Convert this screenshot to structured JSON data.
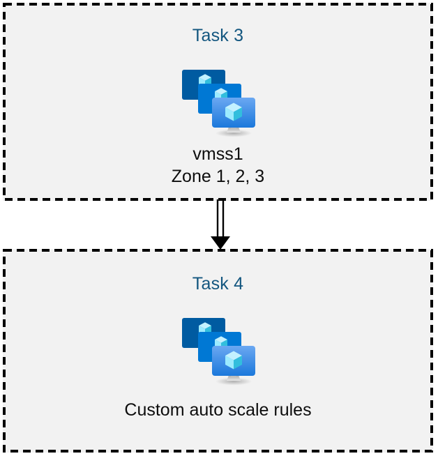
{
  "diagram": {
    "type": "flow-diagram",
    "background_color": "#ffffff",
    "box_fill_color": "#f2f2f2",
    "box_border_color": "#000000",
    "box_border_style": "dashed",
    "title_color": "#13567f",
    "label_color": "#0d0d0d",
    "connector_color": "#000000",
    "nodes": [
      {
        "id": "task-3",
        "title": "Task 3",
        "icon": "azure-vm-scale-set-icon",
        "labels": [
          "vmss1",
          "Zone 1, 2, 3"
        ]
      },
      {
        "id": "task-4",
        "title": "Task 4",
        "icon": "azure-vm-scale-set-icon",
        "labels": [
          "Custom auto scale rules"
        ]
      }
    ],
    "connectors": [
      {
        "id": "task3-to-task4",
        "from": "task-3",
        "to": "task-4",
        "style": "double-line-arrow",
        "direction": "down"
      }
    ]
  },
  "icon_colors": {
    "monitor_back": "#005BA1",
    "monitor_mid": "#0078D4",
    "monitor_front_top": "#5EA0EF",
    "monitor_front_bottom": "#1B78DB",
    "cube_top": "#C3F1FF",
    "cube_left": "#9CEBFF",
    "cube_right": "#32BEDD",
    "stand": "#B3B3B3"
  }
}
